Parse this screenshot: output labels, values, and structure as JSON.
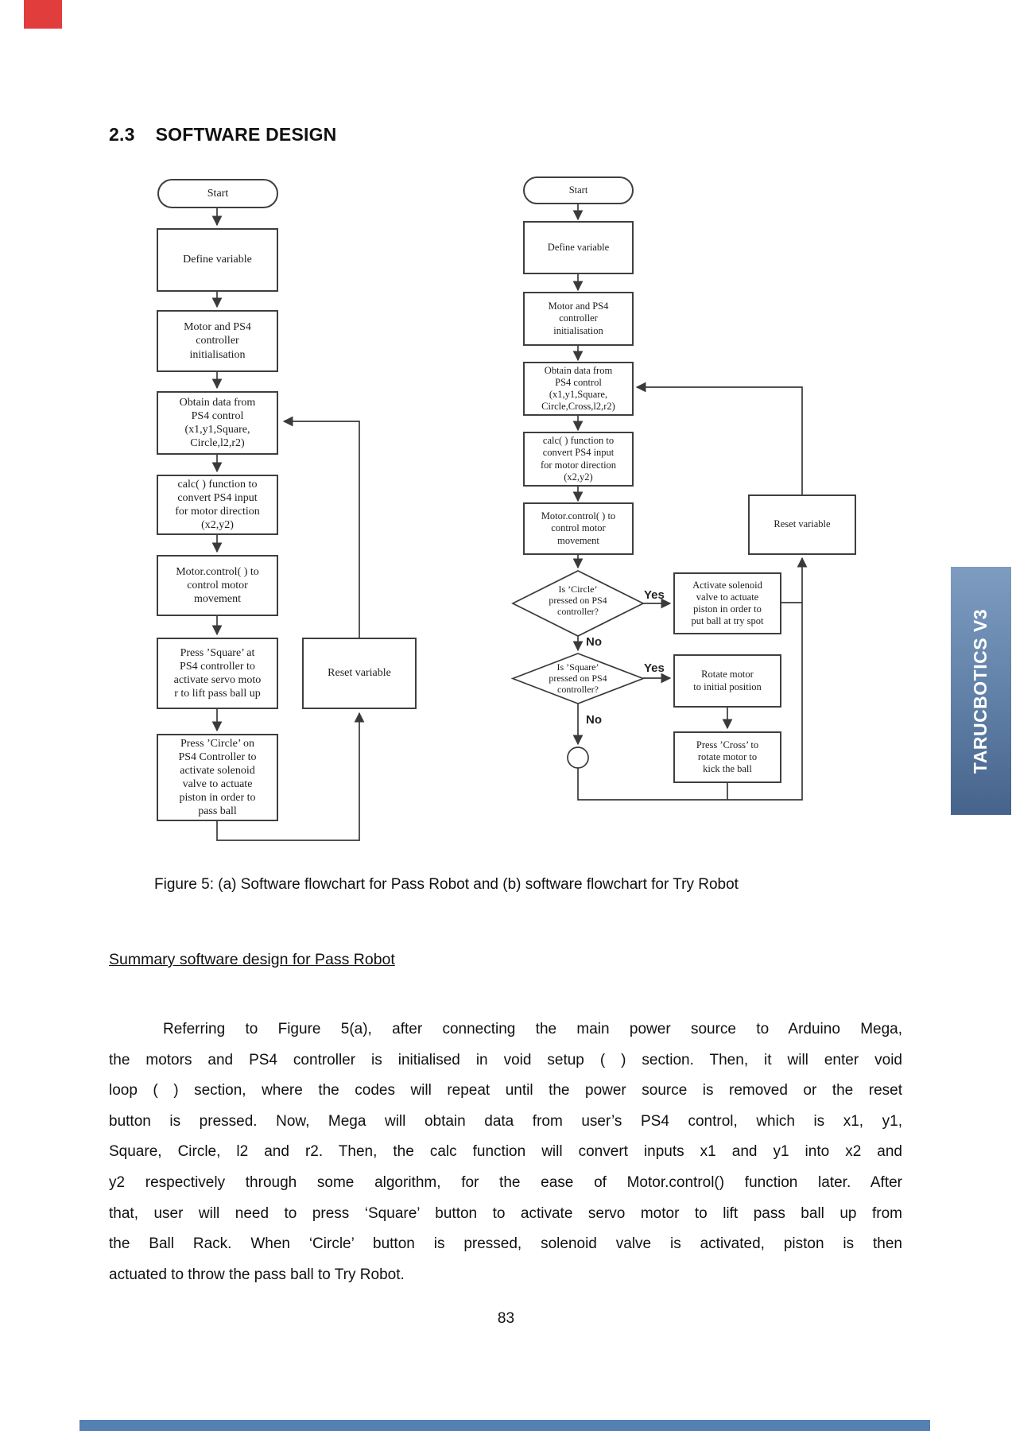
{
  "page": {
    "section_number": "2.3",
    "section_title": "SOFTWARE DESIGN",
    "caption": "Figure 5: (a) Software flowchart for Pass Robot and (b) software flowchart for Try Robot",
    "summary_heading": "Summary software design for Pass Robot",
    "paragraph_lines": [
      "Referring to Figure 5(a), after connecting the main power source to Arduino Mega,",
      "the motors and PS4 controller is initialised in void setup ( ) section. Then, it will enter void",
      "loop ( ) section, where the codes will repeat until the power source is removed or the reset",
      "button is pressed. Now, Mega will obtain data from user’s PS4 control, which is x1, y1,",
      "Square, Circle, l2 and r2. Then, the calc function will convert inputs x1 and y1 into x2 and",
      "y2 respectively through some algorithm, for the ease of Motor.control() function later. After",
      "that, user will need to press ‘Square’ button to activate servo motor to lift pass ball up from",
      "the Ball Rack. When ‘Circle’ button is pressed, solenoid valve is activated, piston is then",
      "actuated to throw the pass ball to Try Robot."
    ],
    "page_number": "83"
  },
  "sidebar": {
    "label": "TARUCBOTICS V3",
    "gradient_top": "#7e9cc0",
    "gradient_bottom": "#46638b",
    "text_color": "#ffffff"
  },
  "decor": {
    "top_red_box_color": "#e23d3d",
    "bottom_bar_color": "#5480b2"
  },
  "flowchart_pass": {
    "start": "Start",
    "define": "Define variable",
    "init": "Motor and PS4\ncontroller\ninitialisation",
    "obtain": "Obtain data from\nPS4 control\n(x1,y1,Square,\nCircle,l2,r2)",
    "calc": "calc( ) function to\nconvert PS4 input\nfor motor direction\n(x2,y2)",
    "motor": "Motor.control( ) to\ncontrol motor\nmovement",
    "press_square": "Press ’Square’ at\nPS4 controller to\nactivate servo moto\nr to lift pass ball up",
    "press_circle": "Press ’Circle’ on\nPS4 Controller to\nactivate solenoid\nvalve to actuate\npiston in order to\npass ball",
    "reset": "Reset variable"
  },
  "flowchart_try": {
    "start": "Start",
    "define": "Define variable",
    "init": "Motor and PS4\ncontroller\ninitialisation",
    "obtain": "Obtain data from\nPS4 control\n(x1,y1,Square,\nCircle,Cross,l2,r2)",
    "calc": "calc( ) function to\nconvert PS4 input\nfor motor direction\n(x2,y2)",
    "motor": "Motor.control( ) to\ncontrol motor\nmovement",
    "decision_circle": "Is ’Circle’\npressed on PS4\ncontroller?",
    "decision_square": "Is ’Square’\npressed on PS4\ncontroller?",
    "activate": "Activate solenoid\nvalve to actuate\npiston in order to\nput ball at try spot",
    "rotate": "Rotate motor\nto initial position",
    "press_cross": "Press ’Cross’ to\nrotate motor to\nkick the ball",
    "reset": "Reset variable",
    "yes1": "Yes",
    "no1": "No",
    "yes2": "Yes",
    "no2": "No"
  }
}
